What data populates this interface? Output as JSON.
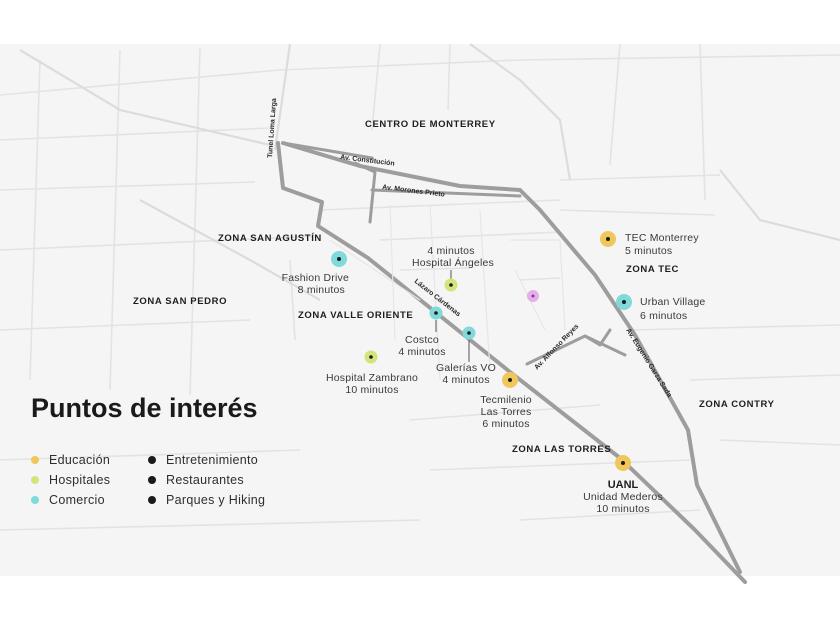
{
  "colors": {
    "background": "#ffffff",
    "map_base": "#f4f4f4",
    "streets": "#e6e6e6",
    "zone_outline": "#9b9b9b",
    "education": "#f0c75a",
    "hospitals": "#d2e47a",
    "commerce": "#7fdad9",
    "black": "#1a1a1a",
    "highlight": "#e2a3e6"
  },
  "title": "Puntos de interés",
  "legend": [
    {
      "label": "Educación",
      "color": "#f0c75a"
    },
    {
      "label": "Hospitales",
      "color": "#d2e47a"
    },
    {
      "label": "Comercio",
      "color": "#7fdad9"
    },
    {
      "label": "Entretenimiento",
      "color": "#1a1a1a"
    },
    {
      "label": "Restaurantes",
      "color": "#1a1a1a"
    },
    {
      "label": "Parques y Hiking",
      "color": "#1a1a1a"
    }
  ],
  "zones": {
    "centro": "CENTRO DE MONTERREY",
    "san_agustin": "ZONA SAN AGUSTÍN",
    "san_pedro": "ZONA SAN PEDRO",
    "valle_oriente": "ZONA VALLE ORIENTE",
    "tec": "ZONA TEC",
    "contry": "ZONA CONTRY",
    "las_torres": "ZONA LAS TORRES"
  },
  "roads": {
    "loma_larga": "Tunel Loma Larga",
    "constitucion": "Av. Constitución",
    "morones": "Av. Morones Prieto",
    "lazaro": "Lázaro Cárdenas",
    "alfonso": "Av. Alfonso Reyes",
    "garza_sada": "Av. Eugenio Garza Sada"
  },
  "pois": {
    "fashion_drive": {
      "name": "Fashion Drive",
      "time": "8 minutos",
      "category": "commerce"
    },
    "hospital_angeles": {
      "name": "Hospital Ángeles",
      "time": "4 minutos",
      "category": "hospitals"
    },
    "costco": {
      "name": "Costco",
      "time": "4 minutos",
      "category": "commerce"
    },
    "galerias_vo": {
      "name": "Galerías VO",
      "time": "4 minutos",
      "category": "commerce"
    },
    "hospital_zambrano": {
      "name": "Hospital Zambrano",
      "time": "10 minutos",
      "category": "hospitals"
    },
    "tecmilenio": {
      "name": "Tecmilenio",
      "subname": "Las Torres",
      "time": "6 minutos",
      "category": "education"
    },
    "tec_monterrey": {
      "name": "TEC Monterrey",
      "time": "5 minutos",
      "category": "education"
    },
    "urban_village": {
      "name": "Urban Village",
      "time": "6 minutos",
      "category": "commerce"
    },
    "uanl": {
      "name": "UANL",
      "subname": "Unidad Mederos",
      "time": "10 minutos",
      "category": "education"
    }
  }
}
